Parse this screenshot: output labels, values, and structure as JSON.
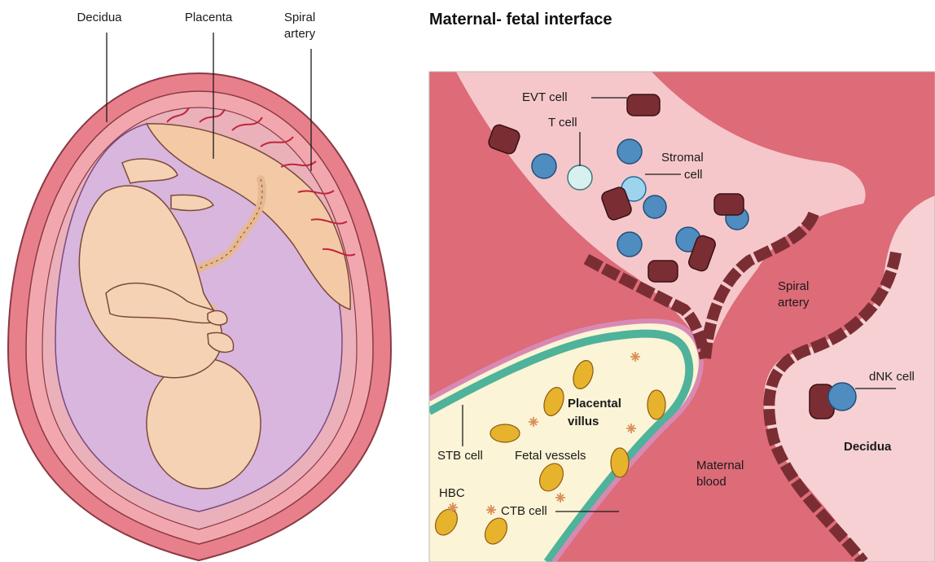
{
  "left_panel": {
    "labels": {
      "decidua": "Decidua",
      "placenta": "Placenta",
      "spiral_artery_1": "Spiral",
      "spiral_artery_2": "artery"
    }
  },
  "right_panel": {
    "title": "Maternal- fetal interface",
    "labels": {
      "evt_cell": "EVT cell",
      "t_cell": "T cell",
      "stromal_1": "Stromal",
      "stromal_2": "cell",
      "spiral_1": "Spiral",
      "spiral_2": "artery",
      "dnk_cell": "dNK cell",
      "decidua": "Decidua",
      "placental_villus_1": "Placental",
      "placental_villus_2": "villus",
      "stb_cell": "STB cell",
      "fetal_vessels": "Fetal vessels",
      "maternal_blood_1": "Maternal",
      "maternal_blood_2": "blood",
      "hbc": "HBC",
      "ctb_cell": "CTB cell"
    }
  },
  "colors": {
    "uterus_outer": "#e8808c",
    "uterus_inner": "#f2a7ae",
    "amniotic": "#d9b6dd",
    "fetus": "#f6d2b4",
    "tissue": "#dd6b78",
    "tissue_light": "#f2b9be",
    "villus": "#fbf4d6",
    "evt": "#7a2e33",
    "immune": "#4f8cc0",
    "stb": "#d889b3",
    "ctb": "#4fb29a",
    "rbc": "#e8b32c"
  }
}
